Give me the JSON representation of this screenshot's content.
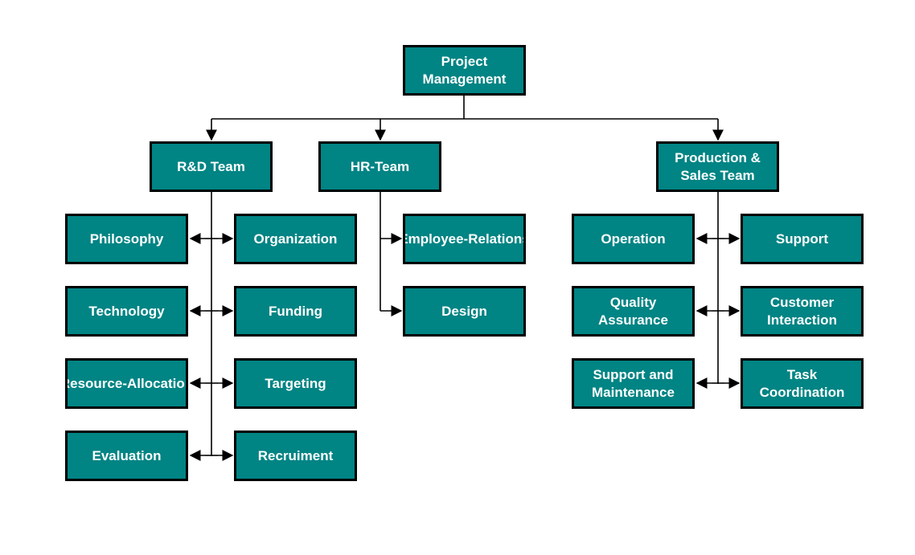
{
  "diagram": {
    "root": "Project\nManagement",
    "rd": {
      "title": "R&D Team",
      "left": [
        "Philosophy",
        "Technology",
        "Resource-Allocation",
        "Evaluation"
      ],
      "right": [
        "Organization",
        "Funding",
        "Targeting",
        "Recruiment"
      ]
    },
    "hr": {
      "title": "HR-Team",
      "items": [
        "Employee-Relations",
        "Design"
      ]
    },
    "ps": {
      "title": "Production &\nSales Team",
      "left": [
        "Operation",
        "Quality\nAssurance",
        "Support and\nMaintenance"
      ],
      "right": [
        "Support",
        "Customer\nInteraction",
        "Task\nCoordination"
      ]
    }
  },
  "colors": {
    "node_fill": "#008484",
    "node_border": "#000000",
    "line": "#000000",
    "text": "#ffffff"
  }
}
